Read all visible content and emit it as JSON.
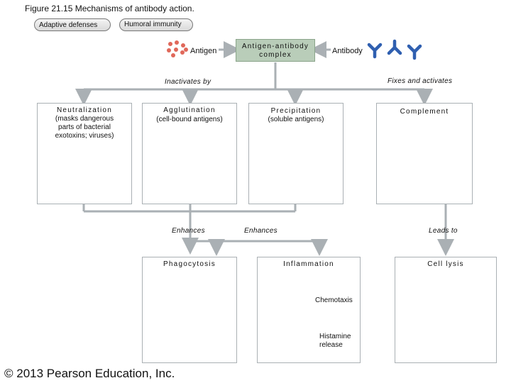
{
  "figure": {
    "title": "Figure 21.15  Mechanisms of antibody action.",
    "copyright": "© 2013 Pearson Education, Inc."
  },
  "header": {
    "adaptive_pill": "Adaptive defenses",
    "humoral_pill": "Humoral immunity"
  },
  "top_row": {
    "antigen_label": "Antigen",
    "complex_label_1": "Antigen-antibody",
    "complex_label_2": "complex",
    "antibody_label": "Antibody",
    "inactivates_by": "Inactivates by",
    "fixes_and_activates": "Fixes and activates"
  },
  "mechanisms": {
    "neutralization": {
      "title": "Neutralization",
      "desc_1": "(masks dangerous",
      "desc_2": "parts of bacterial",
      "desc_3": "exotoxins; viruses)"
    },
    "agglutination": {
      "title": "Agglutination",
      "desc_1": "(cell-bound antigens)"
    },
    "precipitation": {
      "title": "Precipitation",
      "desc_1": "(soluble antigens)"
    },
    "complement": {
      "title": "Complement"
    }
  },
  "connectors": {
    "enhances_1": "Enhances",
    "enhances_2": "Enhances",
    "leads_to": "Leads to"
  },
  "outcomes": {
    "phagocytosis": {
      "title": "Phagocytosis"
    },
    "inflammation": {
      "title": "Inflammation",
      "chemotaxis": "Chemotaxis",
      "histamine_1": "Histamine",
      "histamine_2": "release"
    },
    "cell_lysis": {
      "title": "Cell lysis"
    }
  },
  "colors": {
    "arrow_gray": "#aab0b4",
    "antibody_blue": "#2f5fb0",
    "antigen_red": "#e0685a",
    "rbc_red": "#d93a3a",
    "membrane_yellow": "#efe6b8",
    "complement_purple": "#8a3ea8"
  }
}
